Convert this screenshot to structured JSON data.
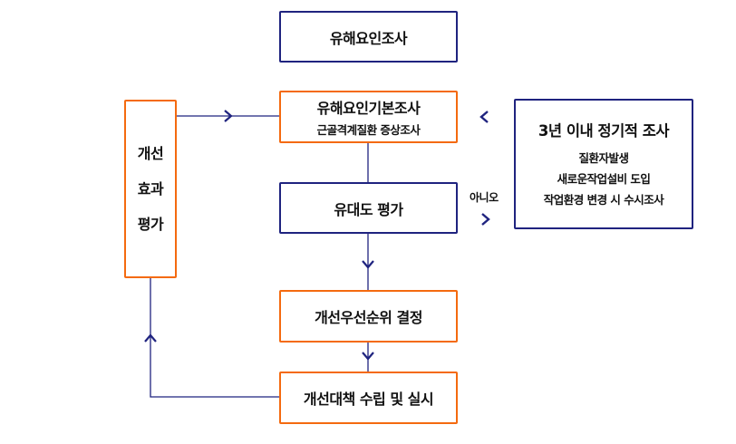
{
  "diagram": {
    "colors": {
      "navy": "#1f237f",
      "orange": "#f46a0f"
    },
    "steps": {
      "survey": {
        "title": "유해요인조사"
      },
      "basic_survey": {
        "title": "유해요인기본조사",
        "subtitle": "근골격계질환 증상조사"
      },
      "evaluation": {
        "title": "유대도 평가"
      },
      "priority": {
        "title": "개선우선순위 결정"
      },
      "action": {
        "title": "개선대책 수립 및 실시"
      }
    },
    "periodic": {
      "title": "3년 이내 정기적 조사",
      "lines": [
        "질환자발생",
        "새로운작업설비 도입",
        "작업환경 변경 시 수시조사"
      ]
    },
    "effect_review": {
      "lines": [
        "개선",
        "효과",
        "평가"
      ]
    },
    "branch_label": "아니오"
  }
}
